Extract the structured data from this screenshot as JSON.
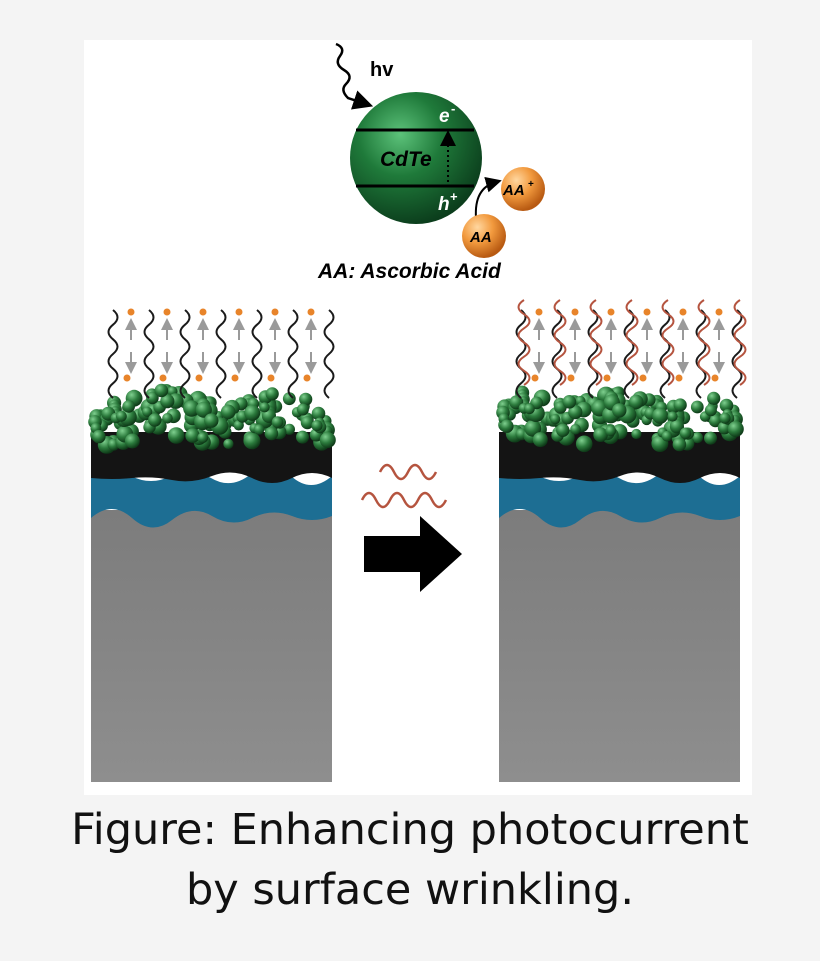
{
  "diagram": {
    "light_label": "hv",
    "particle_label": "CdTe",
    "electron_label": "e",
    "electron_sup": "-",
    "hole_label": "h",
    "hole_sup": "+",
    "aa_label": "AA",
    "aa_plus_label": "AA",
    "aa_plus_sup": "+",
    "legend_text": "AA: Ascorbic Acid",
    "colors": {
      "particle": "#1f7a3a",
      "donor": "#e8842a",
      "substrate": "#8c8c8c",
      "polymer": "#1d6e93",
      "dna_probe": "#1a1a1a",
      "dna_target": "#b5543f",
      "arrow": "#000000"
    }
  },
  "caption": {
    "line1": "Figure: Enhancing photocurrent",
    "line2": "by surface wrinkling."
  }
}
